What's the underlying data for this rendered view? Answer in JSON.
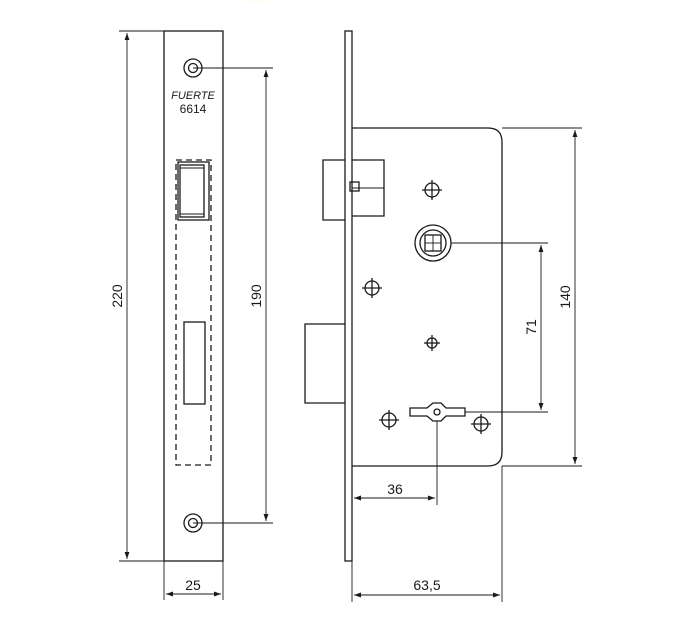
{
  "plate": {
    "brand": "FUERTE",
    "model": "6614"
  },
  "dimensions": {
    "overall_height": "220",
    "screw_spacing": "190",
    "plate_width": "25",
    "case_height": "140",
    "handle_to_key": "71",
    "backset": "36",
    "depth": "63,5"
  },
  "colors": {
    "line": "#1a1a1a",
    "accent_glow": "#f2e64a"
  }
}
